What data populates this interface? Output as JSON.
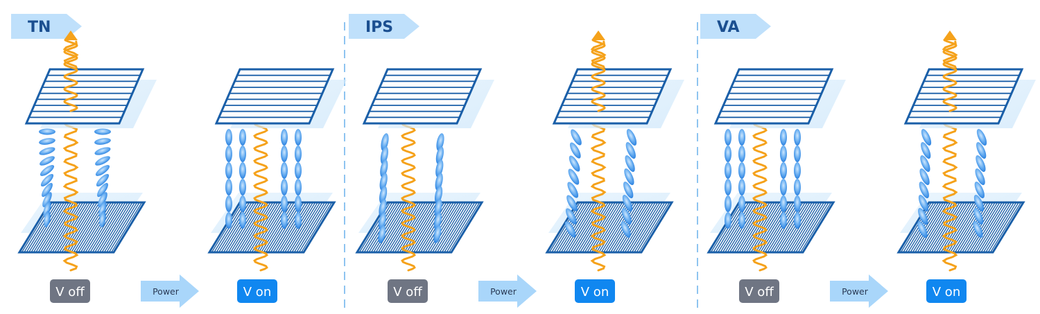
{
  "panels": [
    {
      "title": "TN",
      "before": {
        "badge": "V off"
      },
      "after": {
        "badge": "V on"
      },
      "arrow_label": "Power"
    },
    {
      "title": "IPS",
      "before": {
        "badge": "V off"
      },
      "after": {
        "badge": "V on"
      },
      "arrow_label": "Power"
    },
    {
      "title": "VA",
      "before": {
        "badge": "V off"
      },
      "after": {
        "badge": "V on"
      },
      "arrow_label": "Power"
    }
  ],
  "colors": {
    "frame": "#1a5fa8",
    "glass": "#d4ebfb",
    "crystal": "#3f95e8",
    "light_wave": "#f5a21b",
    "tag_fill": "#bfe0fb",
    "tag_text": "#1b4f90",
    "badge_off": "#6f7583",
    "badge_on": "#1087f0",
    "power_arrow": "#a9d6fa",
    "divider": "#8ec4f0"
  },
  "icons": [
    "light-wave-arrow",
    "polarizer-plate",
    "liquid-crystal-molecule",
    "power-arrow"
  ]
}
